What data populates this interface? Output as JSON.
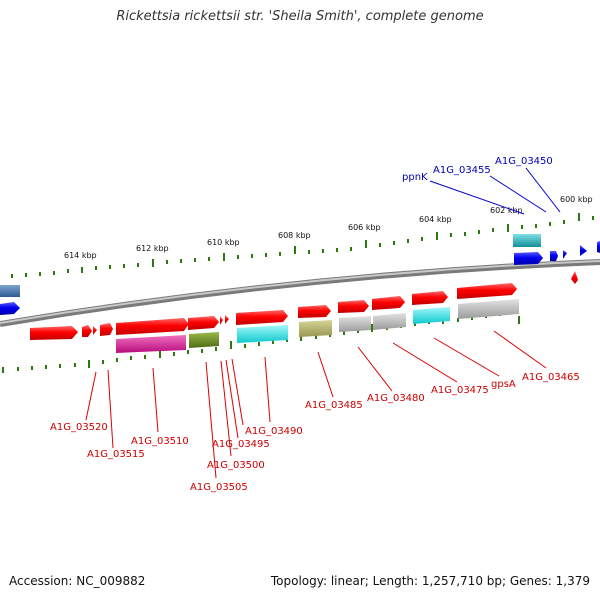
{
  "title": "Rickettsia rickettsii str. 'Sheila Smith', complete genome",
  "footer": {
    "accession": "Accession: NC_009882",
    "summary": "Topology: linear; Length: 1,257,710 bp; Genes: 1,379"
  },
  "colors": {
    "gene_forward": "#ff0000",
    "gene_reverse": "#0000ee",
    "label_forward": "#cc0000",
    "label_reverse": "#0000bb",
    "tick": "#2a7a10",
    "backbone": "#8c8c8c",
    "feature_magenta": "#dd1a9a",
    "feature_olive": "#6b8e23",
    "feature_cyan": "#16e0e6",
    "feature_khaki": "#b5b36a",
    "feature_grey": "#b3b3b3",
    "feature_teal": "#1aaeb8",
    "feature_steel": "#3f6fa8"
  },
  "scale_labels": [
    "614 kbp",
    "612 kbp",
    "610 kbp",
    "608 kbp",
    "606 kbp",
    "604 kbp",
    "602 kbp",
    "600 kbp"
  ],
  "gene_labels_forward": [
    "A1G_03520",
    "A1G_03515",
    "A1G_03510",
    "A1G_03505",
    "A1G_03500",
    "A1G_03495",
    "A1G_03490",
    "A1G_03485",
    "A1G_03480",
    "A1G_03475",
    "gpsA",
    "A1G_03465"
  ],
  "gene_labels_reverse": [
    "ppnK",
    "A1G_03455",
    "A1G_03450"
  ]
}
